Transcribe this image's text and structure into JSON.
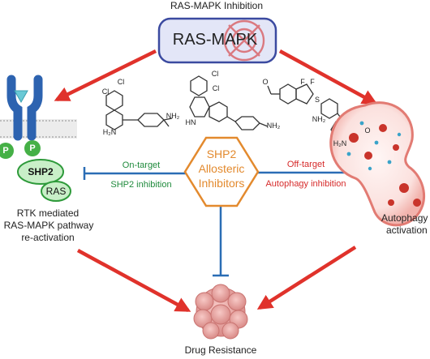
{
  "title": "RAS-MAPK Inhibition",
  "center_box_label": "RAS-MAPK",
  "hub": {
    "lines": [
      "SHP2",
      "Allosteric",
      "Inhibitors"
    ]
  },
  "receptor": {
    "p_badge": "P",
    "shp2_label": "SHP2",
    "ras_label": "RAS"
  },
  "left_caption": [
    "RTK mediated",
    "RAS-MAPK pathway",
    "re-activation"
  ],
  "right_caption": [
    "Autophagy",
    "activation"
  ],
  "bottom_caption": "Drug Resistance",
  "on_target": {
    "top": "On-target",
    "bottom": "SHP2 inhibition"
  },
  "off_target": {
    "top": "Off-target",
    "bottom": "Autophagy inhibition"
  },
  "molecule_atoms": {
    "cl": "Cl",
    "nh2": "NH₂",
    "h2n": "H₂N",
    "n": "N",
    "hn": "HN",
    "s": "S",
    "f": "F",
    "o": "O",
    "me_nh2": "NH₂"
  },
  "colors": {
    "red_arrow": "#e0322b",
    "blue_inhibit": "#2a6db5",
    "orange_hub": "#e38a2e",
    "on_target_green": "#1f8a3c",
    "off_target_red": "#d62b2b",
    "receptor_blue": "#2d63b0",
    "receptor_cyan": "#69c9d6",
    "shp2_green": "#c9efc8",
    "p_green": "#45b046",
    "box_fill": "#e3e6f7",
    "box_stroke": "#3b4aa0"
  }
}
